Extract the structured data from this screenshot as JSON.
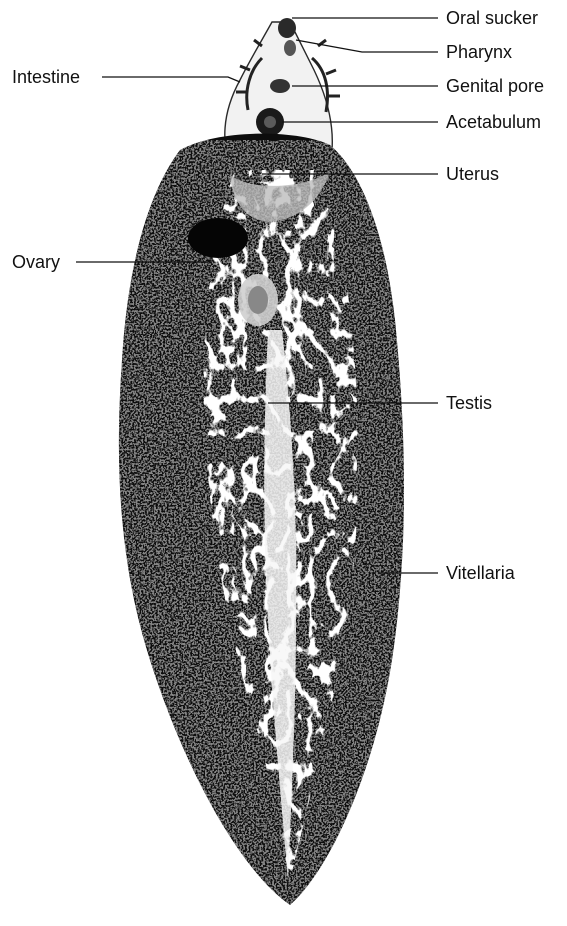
{
  "figure": {
    "background": "#ffffff",
    "specimen_color": "#0d0d0d",
    "line_color": "#111111",
    "labels": {
      "oral_sucker": "Oral sucker",
      "pharynx": "Pharynx",
      "intestine": "Intestine",
      "genital_pore": "Genital pore",
      "acetabulum": "Acetabulum",
      "uterus": "Uterus",
      "ovary": "Ovary",
      "testis": "Testis",
      "vitellaria": "Vitellaria"
    }
  }
}
